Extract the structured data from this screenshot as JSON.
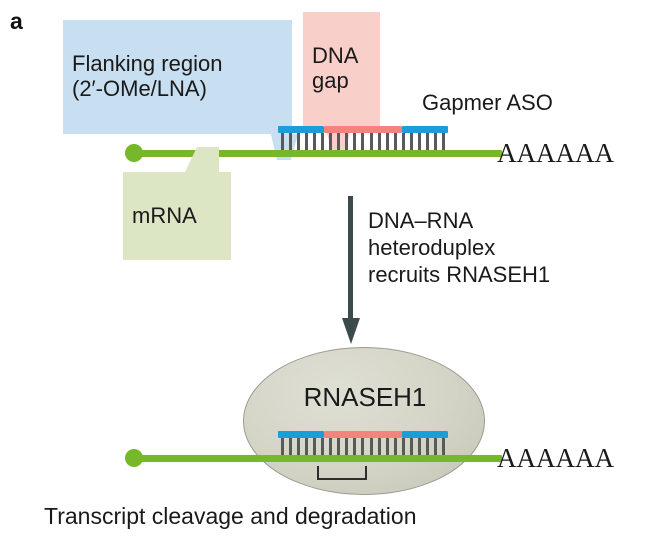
{
  "figure": {
    "panel_label": "a",
    "bottom_caption": "Transcript cleavage and degradation"
  },
  "callouts": {
    "flanking": {
      "label": "Flanking region\n(2′-OMe/LNA)",
      "color": "#c7dff0"
    },
    "dna_gap": {
      "label": "DNA\ngap",
      "color": "#f9cfc9"
    },
    "mrna": {
      "label": "mRNA",
      "color": "#dce5c4"
    }
  },
  "labels": {
    "gapmer_aso": "Gapmer ASO",
    "process_arrow_text": "DNA–RNA\nheteroduplex\nrecruits RNASEH1",
    "enzyme_name": "RNASEH1",
    "polya_tail": "AAAAAA"
  },
  "colors": {
    "mrna_green": "#76b82a",
    "aso_flank_blue": "#1b9dd9",
    "aso_gap_pink": "#f4837e",
    "base_pair_gray": "#57595b",
    "arrow_gray": "#3c4a4c",
    "enzyme_fill": "#d3d4c6",
    "enzyme_border": "#9b9c90"
  },
  "structure": {
    "base_pair_count": 21,
    "flank_base_pairs": 5,
    "gap_base_pairs": 11
  }
}
